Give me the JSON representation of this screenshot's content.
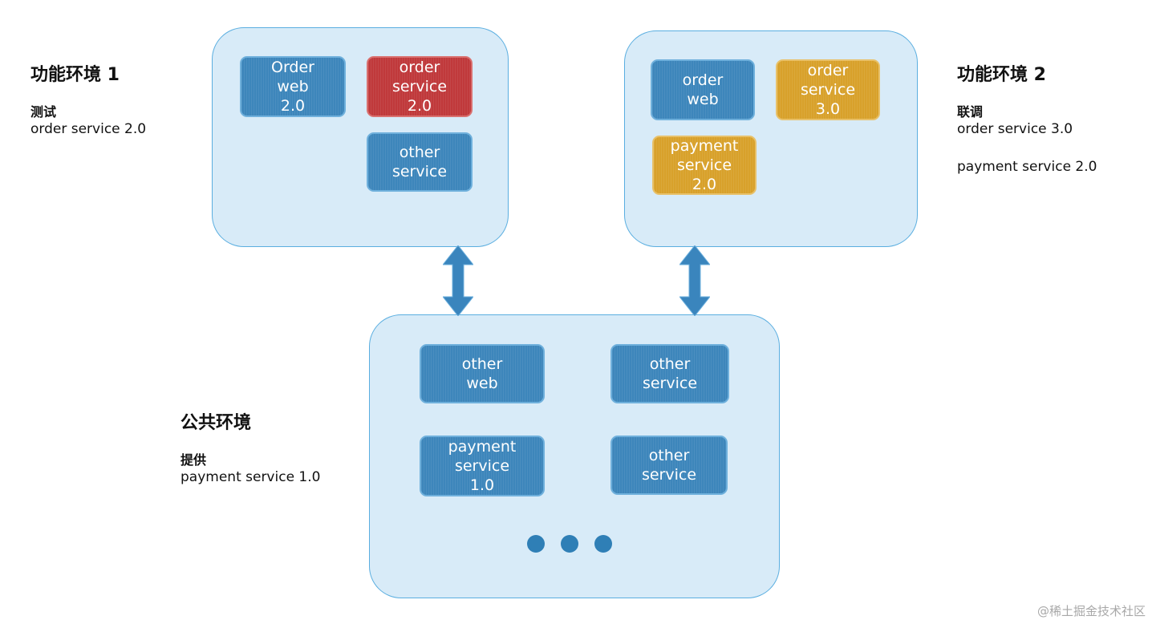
{
  "environments": {
    "env1": {
      "title": "功能环境 1",
      "subhead": "测试",
      "detail": "order service 2.0",
      "services": {
        "order_web": "Order\nweb\n2.0",
        "order_service": "order\nservice\n2.0",
        "other_service": "other\nservice"
      }
    },
    "env2": {
      "title": "功能环境 2",
      "subhead": "联调",
      "detail1": "order service 3.0",
      "detail2": "payment service 2.0",
      "services": {
        "order_web": "order\nweb",
        "order_service": "order\nservice\n3.0",
        "payment_service": "payment\nservice\n2.0"
      }
    },
    "public": {
      "title": "公共环境",
      "subhead": "提供",
      "detail": "payment service 1.0",
      "services": {
        "other_web": "other\nweb",
        "other_service_1": "other\nservice",
        "payment_service": "payment\nservice\n1.0",
        "other_service_2": "other\nservice"
      }
    }
  },
  "colors": {
    "env_fill": "#d8ebf8",
    "env_border": "#5aaee0",
    "service_blue": "#3d86bb",
    "service_red": "#c0393b",
    "service_gold": "#d8a12b",
    "arrow": "#3a85bd"
  },
  "watermark": "@稀土掘金技术社区"
}
